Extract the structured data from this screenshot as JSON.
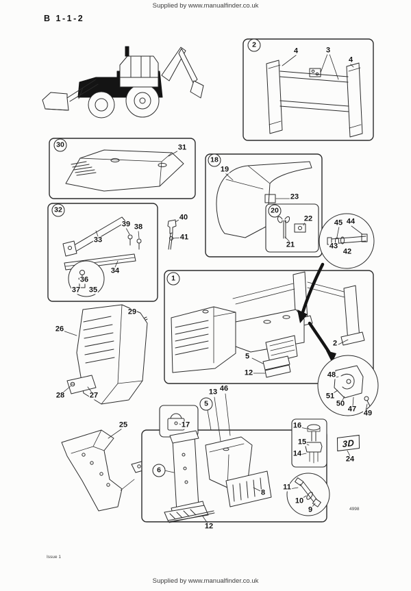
{
  "page": {
    "header_text": "Supplied by www.manualfinder.co.uk",
    "footer_text": "Supplied by www.manualfinder.co.uk",
    "page_code": "B 1-1-2",
    "issue_label": "Issue 1",
    "print_ref": "4998"
  },
  "decal": {
    "text": "3D"
  },
  "numbers": {
    "1": "1",
    "2": "2",
    "3": "3",
    "4": "4",
    "5": "5",
    "6": "6",
    "8": "8",
    "9": "9",
    "10": "10",
    "11": "11",
    "12": "12",
    "13": "13",
    "14": "14",
    "15": "15",
    "16": "16",
    "17": "17",
    "18": "18",
    "19": "19",
    "20": "20",
    "21": "21",
    "22": "22",
    "23": "23",
    "24": "24",
    "25": "25",
    "26": "26",
    "27": "27",
    "28": "28",
    "29": "29",
    "30": "30",
    "31": "31",
    "32": "32",
    "33": "33",
    "34": "34",
    "35": "35",
    "36": "36",
    "37": "37",
    "38": "38",
    "39": "39",
    "40": "40",
    "41": "41",
    "42": "42",
    "43": "43",
    "44": "44",
    "45": "45",
    "46": "46",
    "47": "47",
    "48": "48",
    "49": "49",
    "50": "50",
    "51": "51"
  }
}
